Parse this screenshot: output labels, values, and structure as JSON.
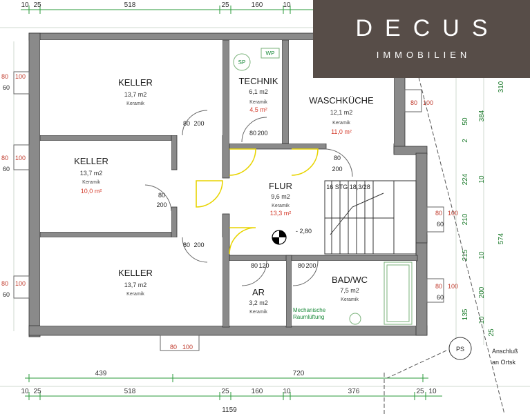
{
  "logo": {
    "brand": "DECUS",
    "tagline": "IMMOBILIEN",
    "bg_color": "#574d48"
  },
  "rooms": {
    "keller1": {
      "name": "KELLER",
      "area": "13,7 m2",
      "material": "Keramik"
    },
    "keller2": {
      "name": "KELLER",
      "area": "13,7 m2",
      "material": "Keramik",
      "extra": "10,0 m²"
    },
    "keller3": {
      "name": "KELLER",
      "area": "13,7 m2",
      "material": "Keramik"
    },
    "technik": {
      "name": "TECHNIK",
      "area": "6,1 m2",
      "material": "Keramik",
      "extra": "4,5 m²"
    },
    "waschkueche": {
      "name": "WASCHKÜCHE",
      "area": "12,1 m2",
      "material": "Keramik",
      "extra": "11,0 m²"
    },
    "flur": {
      "name": "FLUR",
      "area": "9,6 m2",
      "material": "Keramik",
      "extra": "13,3 m²"
    },
    "ar": {
      "name": "AR",
      "area": "3,2 m2",
      "material": "Keramik"
    },
    "badwc": {
      "name": "BAD/WC",
      "area": "7,5 m2",
      "material": "Keramik"
    }
  },
  "annotations": {
    "stairs": "16 STG 18,3/28",
    "level": "- 2,80",
    "sp": "SP",
    "wp": "WP",
    "ventilation_1": "Mechanische",
    "ventilation_2": "Raumlüftung",
    "ps": "PS",
    "anschluss_1": "Anschluß",
    "anschluss_2": "an Ortsk"
  },
  "doors": {
    "d80": "80",
    "d200": "200",
    "d120": "120"
  },
  "windows": {
    "w80": "80",
    "w100": "100",
    "w60": "60"
  },
  "dims_top": [
    "10",
    "25",
    "518",
    "25",
    "160",
    "10"
  ],
  "dims_bottom": [
    "10",
    "25",
    "518",
    "25",
    "160",
    "10",
    "376",
    "25",
    "10"
  ],
  "dims_lower": [
    "439",
    "720"
  ],
  "dims_total": "1159",
  "dims_right": [
    "310",
    "384",
    "50",
    "2",
    "224",
    "10",
    "210",
    "574",
    "215",
    "10",
    "200",
    "135",
    "10",
    "25"
  ]
}
